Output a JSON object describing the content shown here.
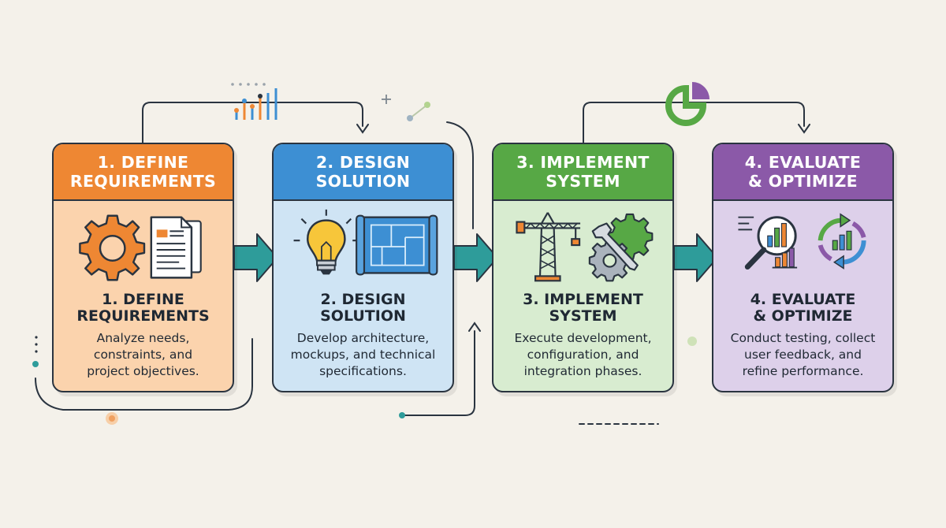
{
  "steps": [
    {
      "header": [
        "1. DEFINE",
        "REQUIREMENTS"
      ],
      "title": [
        "1. DEFINE",
        "REQUIREMENTS"
      ],
      "description": [
        "Analyze needs,",
        "constraints, and",
        "project objectives."
      ],
      "color": "#ee8733",
      "icons": [
        "gear-icon",
        "documents-icon"
      ]
    },
    {
      "header": [
        "2. DESIGN",
        "SOLUTION"
      ],
      "title": [
        "2. DESIGN",
        "SOLUTION"
      ],
      "description": [
        "Develop architecture,",
        "mockups, and technical",
        "specifications."
      ],
      "color": "#3d8fd3",
      "icons": [
        "lightbulb-icon",
        "blueprint-icon"
      ]
    },
    {
      "header": [
        "3. IMPLEMENT",
        "SYSTEM"
      ],
      "title": [
        "3. IMPLEMENT",
        "SYSTEM"
      ],
      "description": [
        "Execute development,",
        "configuration, and",
        "integration phases."
      ],
      "color": "#57a845",
      "icons": [
        "crane-icon",
        "gear-wrench-icon"
      ]
    },
    {
      "header": [
        "4. EVALUATE",
        "& OPTIMIZE"
      ],
      "title": [
        "4. EVALUATE",
        "& OPTIMIZE"
      ],
      "description": [
        "Conduct testing, collect",
        "user feedback, and",
        "refine performance."
      ],
      "color": "#8b59a8",
      "icons": [
        "magnifier-chart-icon",
        "cycle-chart-icon"
      ]
    }
  ],
  "connector_color": "#2e9c9a",
  "decorations": [
    "bar-chart-icon",
    "pie-chart-icon",
    "plus-icon",
    "node-icon"
  ]
}
